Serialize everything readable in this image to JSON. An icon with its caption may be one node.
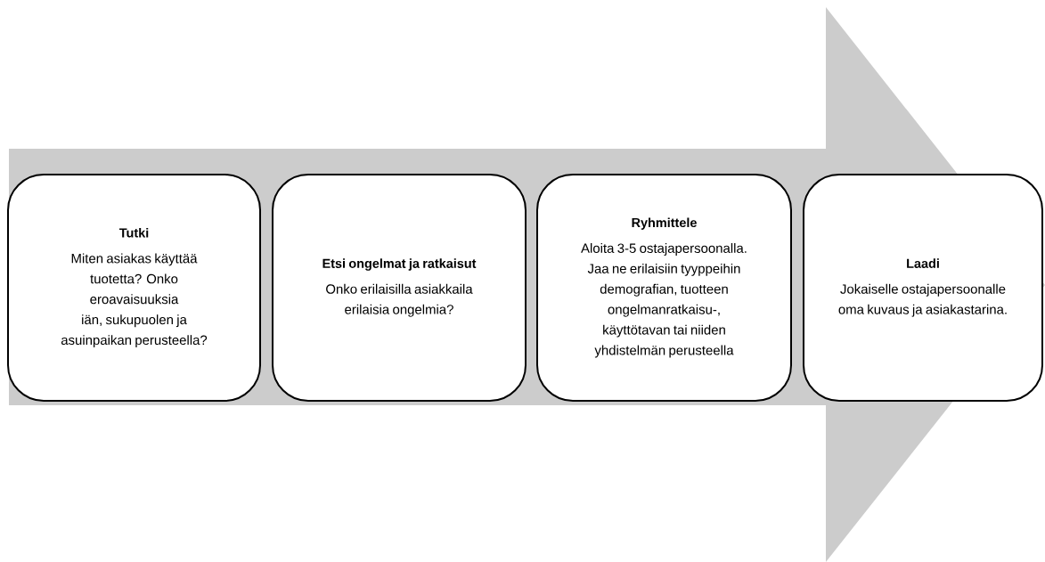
{
  "diagram": {
    "nodes": [
      {
        "text": [
          "Tutki",
          "Miten asiakas käyttää tuotetta? Onko eroavaisuuksia iän, sukupuolen ja asuinpaikan perusteella?"
        ]
      },
      {
        "text": [
          "Etsi ongelmat ja ratkaisut",
          "Onko erilaisilla asiakkaila erilaisia ongelmia?"
        ]
      },
      {
        "text": [
          "Ryhmittele",
          "Aloita 3-5 ostajapersoonalla. Jaa ne erilaisiin tyyppeihin demografian, tuotteen ongelmanratkaisu-, käyttötavan tai niiden yhdistelmän perusteella"
        ]
      },
      {
        "text": [
          "Laadi",
          "Jokaiselle ostajapersoonalle oma kuvaus ja asiakastarina."
        ]
      }
    ],
    "edges": [
      {
        "from": 0,
        "to": 3,
        "arrow": "to"
      }
    ]
  }
}
